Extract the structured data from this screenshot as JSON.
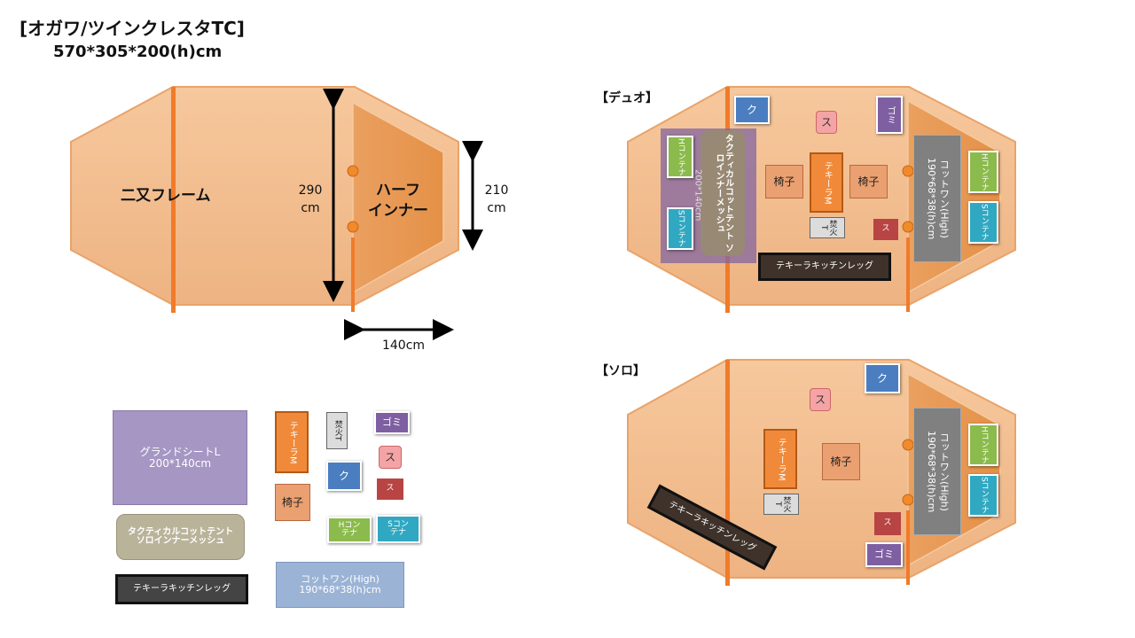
{
  "header": {
    "title": "[オガワ/ツインクレスタTC]",
    "subtitle": "570*305*200(h)cm"
  },
  "main_tent": {
    "frame_label": "二又フレーム",
    "inner_label_1": "ハーフ",
    "inner_label_2": "インナー",
    "dim_290_1": "290",
    "dim_290_2": "cm",
    "dim_210_1": "210",
    "dim_210_2": "cm",
    "dim_140": "140cm"
  },
  "duo": {
    "heading": "【デュオ】",
    "ku": "ク",
    "gomi": "ゴミ",
    "su": "ス",
    "h_con_1": "Hコン",
    "h_con_2": "テナ",
    "s_con_1": "Sコン",
    "s_con_2": "テナ",
    "tent_name": "タクティカルコットテント ソロインナーメッシュ",
    "tent_size": "200*140cm",
    "chair": "椅子",
    "tekira_m": "テキーラM",
    "takibi": "焚火T",
    "su_small": "ス",
    "kitchen": "テキーラキッチンレッグ",
    "cot_name": "コットワン(High)",
    "cot_size": "190*68*38(h)cm",
    "cot_h_1": "Hコン",
    "cot_h_2": "テナ",
    "cot_s_1": "Sコン",
    "cot_s_2": "テナ"
  },
  "solo": {
    "heading": "【ソロ】",
    "ku": "ク",
    "su": "ス",
    "tekira_m": "テキーラM",
    "chair": "椅子",
    "takibi": "焚火T",
    "su_small": "ス",
    "gomi": "ゴミ",
    "kitchen": "テキーラキッチンレッグ",
    "cot_name": "コットワン(High)",
    "cot_size": "190*68*38(h)cm",
    "cot_h_1": "Hコン",
    "cot_h_2": "テナ",
    "cot_s_1": "Sコン",
    "cot_s_2": "テナ"
  },
  "legend": {
    "ground_sheet_1": "グランドシートL",
    "ground_sheet_2": "200*140cm",
    "tekira_m": "テキーラM",
    "takibi": "焚火T",
    "gomi": "ゴミ",
    "su": "ス",
    "ku": "ク",
    "su_small": "ス",
    "chair": "椅子",
    "tent_1": "タクティカルコットテント",
    "tent_2": "ソロインナーメッシュ",
    "h_con_1": "Hコン",
    "h_con_2": "テナ",
    "s_con_1": "Sコン",
    "s_con_2": "テナ",
    "kitchen": "テキーラキッチンレッグ",
    "cot_1": "コットワン(High)",
    "cot_2": "190*68*38(h)cm"
  },
  "colors": {
    "tent_floor": "#f2bd8e",
    "tent_edge": "#e8a36b",
    "inner": "#ea9a55",
    "pole": "#f07b2a"
  }
}
